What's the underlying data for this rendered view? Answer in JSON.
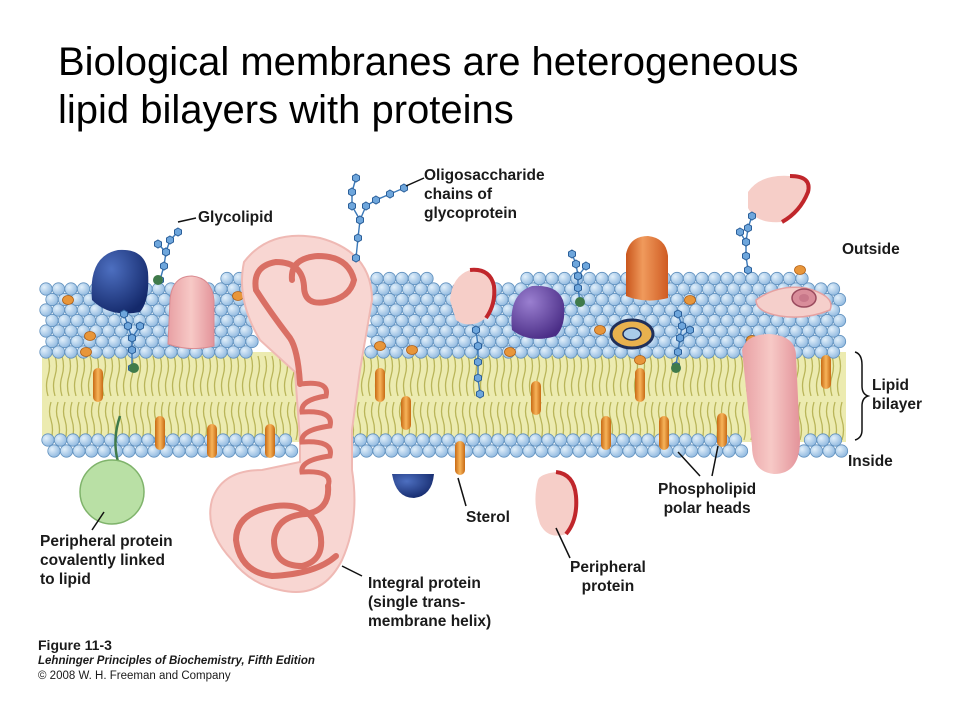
{
  "title": {
    "line1": "Biological membranes are heterogeneous",
    "line2": "lipid bilayers with proteins"
  },
  "labels": {
    "glycolipid": "Glycolipid",
    "oligo": [
      "Oligosaccharide",
      "chains of",
      "glycoprotein"
    ],
    "outside": "Outside",
    "lipid_bilayer": [
      "Lipid",
      "bilayer"
    ],
    "inside": "Inside",
    "phospholipid": [
      "Phospholipid",
      "polar heads"
    ],
    "sterol": "Sterol",
    "peripheral_protein": [
      "Peripheral",
      "protein"
    ],
    "integral_protein": [
      "Integral protein",
      "(single trans-",
      "membrane helix)"
    ],
    "peripheral_lipid": [
      "Peripheral protein",
      "covalently linked",
      "to lipid"
    ]
  },
  "caption": {
    "figure": "Figure 11-3",
    "book": "Lehninger Principles of Biochemistry, Fifth Edition",
    "copyright": "© 2008 W. H. Freeman and Company"
  },
  "colors": {
    "head_fill": "#a9cbe8",
    "head_stroke": "#5e8fbd",
    "tail": "#e6e48a",
    "sterol": "#e8963a",
    "protein_pink": "#f4c6c0",
    "protein_red": "#cc2b2b",
    "protein_blue": "#1f3f8c",
    "protein_purple": "#6a4aa6",
    "protein_orange": "#e67a3c",
    "protein_green": "#b8dea2",
    "glycan": "#3a78b8",
    "glycan_anchor": "#3f7a4a",
    "helix": "#e07a70"
  }
}
